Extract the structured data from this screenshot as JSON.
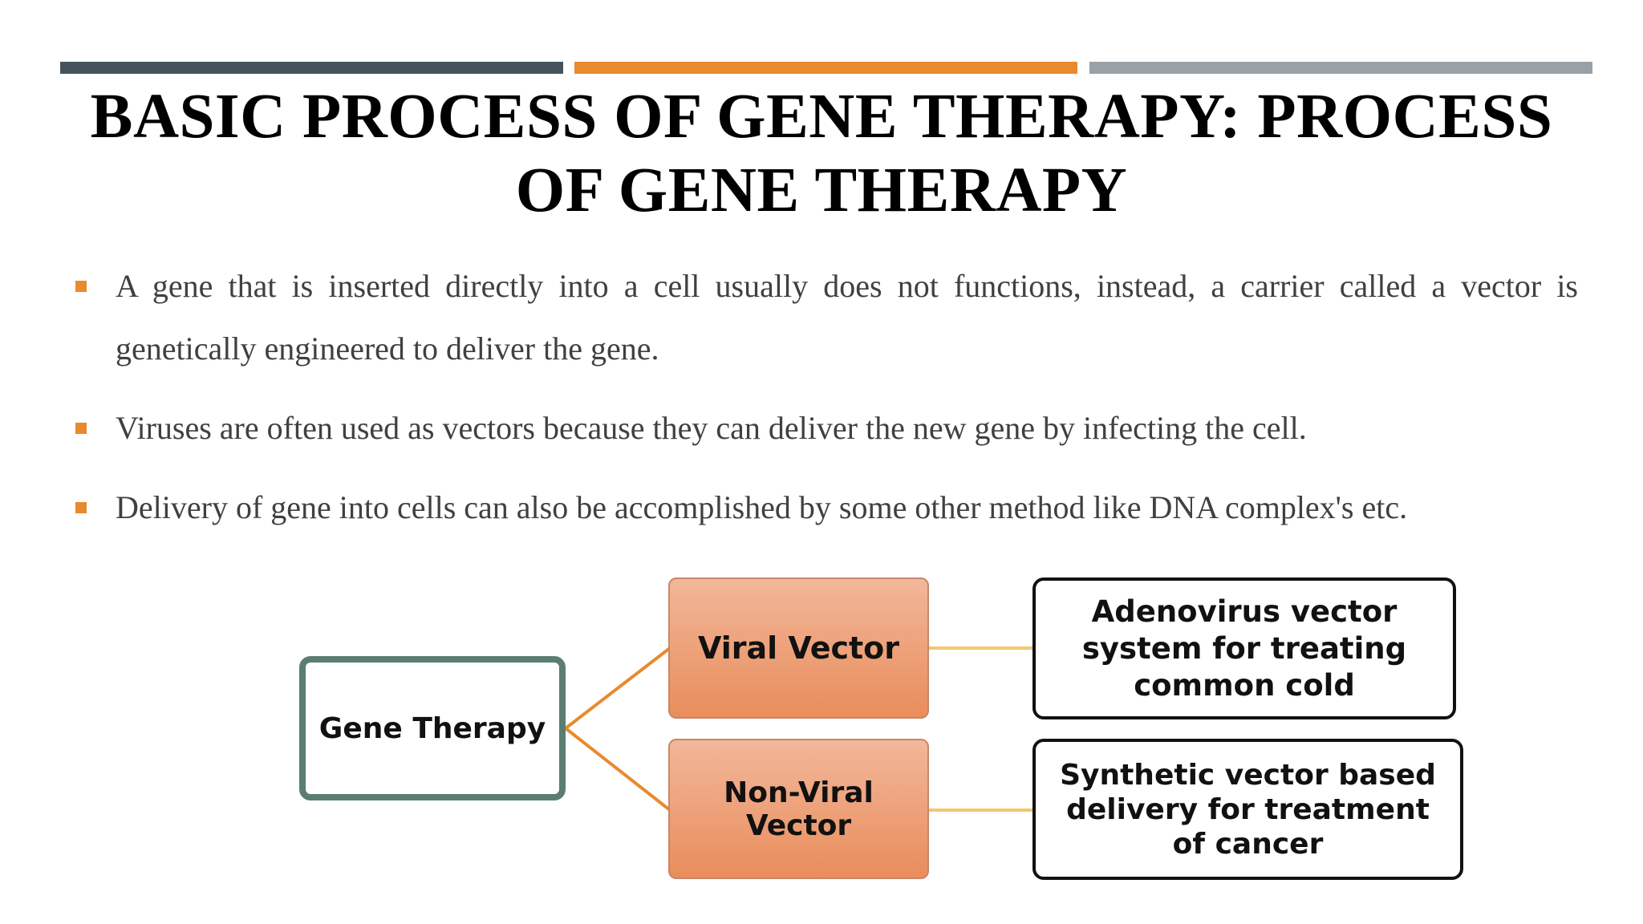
{
  "slide": {
    "title": "BASIC PROCESS OF GENE THERAPY: PROCESS OF GENE THERAPY",
    "bullets": [
      {
        "line1": "A gene that is inserted directly into a cell usually does not functions, instead, a carrier called a vector is",
        "line2": "genetically engineered to deliver the gene."
      },
      {
        "text": "Viruses are often used as vectors because they can deliver the new gene by infecting the cell."
      },
      {
        "text": "Delivery of gene into cells can also be accomplished by some other method like DNA complex's etc."
      }
    ],
    "colors": {
      "bar_dark": "#46535a",
      "bar_orange": "#e88a2e",
      "bar_gray": "#98a0a8",
      "bullet_marker": "#e88a2e",
      "connector_orange": "#e88a2e",
      "connector_yellow": "#f0c870",
      "root_border": "#5b7d72"
    }
  },
  "diagram": {
    "root": "Gene Therapy",
    "branches": [
      {
        "label": "Viral Vector",
        "example": "Adenovirus vector system for treating common cold"
      },
      {
        "label": "Non-Viral Vector",
        "example": "Synthetic vector based delivery for treatment of cancer"
      }
    ]
  }
}
